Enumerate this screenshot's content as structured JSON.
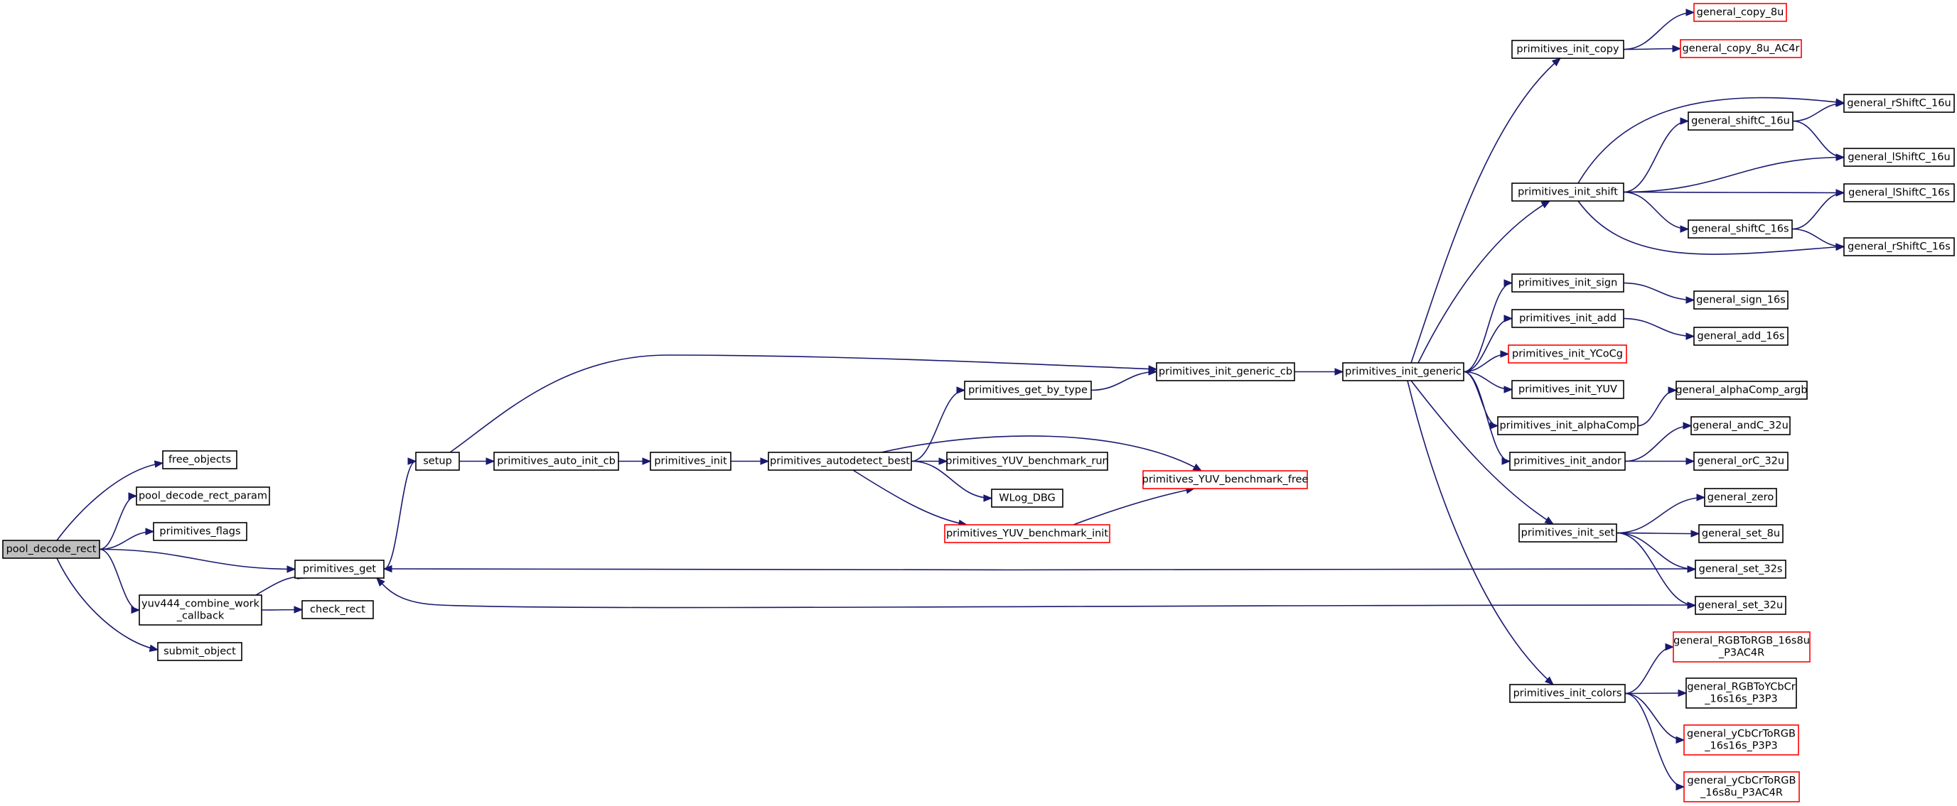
{
  "nodes": {
    "pool_decode_rect": {
      "lines": [
        "pool_decode_rect"
      ],
      "style": "root"
    },
    "free_objects": {
      "lines": [
        "free_objects"
      ]
    },
    "pool_decode_rect_param": {
      "lines": [
        "pool_decode_rect_param"
      ]
    },
    "primitives_flags": {
      "lines": [
        "primitives_flags"
      ]
    },
    "primitives_get": {
      "lines": [
        "primitives_get"
      ]
    },
    "yuv444_combine_work_callback": {
      "lines": [
        "yuv444_combine_work",
        "_callback"
      ]
    },
    "submit_object": {
      "lines": [
        "submit_object"
      ]
    },
    "check_rect": {
      "lines": [
        "check_rect"
      ]
    },
    "setup": {
      "lines": [
        "setup"
      ]
    },
    "primitives_auto_init_cb": {
      "lines": [
        "primitives_auto_init_cb"
      ]
    },
    "primitives_init": {
      "lines": [
        "primitives_init"
      ]
    },
    "primitives_autodetect_best": {
      "lines": [
        "primitives_autodetect_best"
      ]
    },
    "primitives_get_by_type": {
      "lines": [
        "primitives_get_by_type"
      ]
    },
    "primitives_YUV_benchmark_run": {
      "lines": [
        "primitives_YUV_benchmark_run"
      ]
    },
    "WLog_DBG": {
      "lines": [
        "WLog_DBG"
      ]
    },
    "primitives_YUV_benchmark_init": {
      "lines": [
        "primitives_YUV_benchmark_init"
      ],
      "style": "red"
    },
    "primitives_YUV_benchmark_free": {
      "lines": [
        "primitives_YUV_benchmark_free"
      ],
      "style": "red"
    },
    "primitives_init_generic_cb": {
      "lines": [
        "primitives_init_generic_cb"
      ]
    },
    "primitives_init_generic": {
      "lines": [
        "primitives_init_generic"
      ]
    },
    "primitives_init_copy": {
      "lines": [
        "primitives_init_copy"
      ]
    },
    "general_copy_8u": {
      "lines": [
        "general_copy_8u"
      ],
      "style": "red"
    },
    "general_copy_8u_AC4r": {
      "lines": [
        "general_copy_8u_AC4r"
      ],
      "style": "red"
    },
    "primitives_init_shift": {
      "lines": [
        "primitives_init_shift"
      ]
    },
    "general_shiftC_16u": {
      "lines": [
        "general_shiftC_16u"
      ]
    },
    "general_shiftC_16s": {
      "lines": [
        "general_shiftC_16s"
      ]
    },
    "general_rShiftC_16u": {
      "lines": [
        "general_rShiftC_16u"
      ]
    },
    "general_lShiftC_16u": {
      "lines": [
        "general_lShiftC_16u"
      ]
    },
    "general_lShiftC_16s": {
      "lines": [
        "general_lShiftC_16s"
      ]
    },
    "general_rShiftC_16s": {
      "lines": [
        "general_rShiftC_16s"
      ]
    },
    "primitives_init_sign": {
      "lines": [
        "primitives_init_sign"
      ]
    },
    "general_sign_16s": {
      "lines": [
        "general_sign_16s"
      ]
    },
    "primitives_init_add": {
      "lines": [
        "primitives_init_add"
      ]
    },
    "general_add_16s": {
      "lines": [
        "general_add_16s"
      ]
    },
    "primitives_init_YCoCg": {
      "lines": [
        "primitives_init_YCoCg"
      ],
      "style": "red"
    },
    "primitives_init_YUV": {
      "lines": [
        "primitives_init_YUV"
      ]
    },
    "primitives_init_alphaComp": {
      "lines": [
        "primitives_init_alphaComp"
      ]
    },
    "general_alphaComp_argb": {
      "lines": [
        "general_alphaComp_argb"
      ]
    },
    "primitives_init_andor": {
      "lines": [
        "primitives_init_andor"
      ]
    },
    "general_andC_32u": {
      "lines": [
        "general_andC_32u"
      ]
    },
    "general_orC_32u": {
      "lines": [
        "general_orC_32u"
      ]
    },
    "primitives_init_set": {
      "lines": [
        "primitives_init_set"
      ]
    },
    "general_zero": {
      "lines": [
        "general_zero"
      ]
    },
    "general_set_8u": {
      "lines": [
        "general_set_8u"
      ]
    },
    "general_set_32s": {
      "lines": [
        "general_set_32s"
      ]
    },
    "general_set_32u": {
      "lines": [
        "general_set_32u"
      ]
    },
    "primitives_init_colors": {
      "lines": [
        "primitives_init_colors"
      ]
    },
    "general_RGBToRGB_16s8u_P3AC4R": {
      "lines": [
        "general_RGBToRGB_16s8u",
        "_P3AC4R"
      ],
      "style": "red"
    },
    "general_RGBToYCbCr_16s16s_P3P3": {
      "lines": [
        "general_RGBToYCbCr",
        "_16s16s_P3P3"
      ]
    },
    "general_yCbCrToRGB_16s16s_P3P3": {
      "lines": [
        "general_yCbCrToRGB",
        "_16s16s_P3P3"
      ],
      "style": "red"
    },
    "general_yCbCrToRGB_16s8u_P3AC4R": {
      "lines": [
        "general_yCbCrToRGB",
        "_16s8u_P3AC4R"
      ],
      "style": "red"
    }
  },
  "edges": [
    [
      "pool_decode_rect",
      "free_objects"
    ],
    [
      "pool_decode_rect",
      "pool_decode_rect_param"
    ],
    [
      "pool_decode_rect",
      "primitives_flags"
    ],
    [
      "pool_decode_rect",
      "primitives_get"
    ],
    [
      "pool_decode_rect",
      "yuv444_combine_work_callback"
    ],
    [
      "pool_decode_rect",
      "submit_object"
    ],
    [
      "yuv444_combine_work_callback",
      "primitives_get"
    ],
    [
      "yuv444_combine_work_callback",
      "check_rect"
    ],
    [
      "primitives_get",
      "setup"
    ],
    [
      "setup",
      "primitives_auto_init_cb"
    ],
    [
      "setup",
      "primitives_init_generic_cb"
    ],
    [
      "primitives_auto_init_cb",
      "primitives_init"
    ],
    [
      "primitives_init",
      "primitives_autodetect_best"
    ],
    [
      "primitives_autodetect_best",
      "primitives_get_by_type"
    ],
    [
      "primitives_autodetect_best",
      "primitives_YUV_benchmark_free"
    ],
    [
      "primitives_autodetect_best",
      "primitives_YUV_benchmark_run"
    ],
    [
      "primitives_autodetect_best",
      "WLog_DBG"
    ],
    [
      "primitives_autodetect_best",
      "primitives_YUV_benchmark_init"
    ],
    [
      "primitives_YUV_benchmark_init",
      "primitives_YUV_benchmark_free"
    ],
    [
      "primitives_get_by_type",
      "primitives_init_generic_cb"
    ],
    [
      "primitives_init_generic_cb",
      "primitives_init_generic"
    ],
    [
      "primitives_init_generic",
      "primitives_init_copy"
    ],
    [
      "primitives_init_generic",
      "primitives_init_shift"
    ],
    [
      "primitives_init_generic",
      "primitives_init_sign"
    ],
    [
      "primitives_init_generic",
      "primitives_init_add"
    ],
    [
      "primitives_init_generic",
      "primitives_init_YCoCg"
    ],
    [
      "primitives_init_generic",
      "primitives_init_YUV"
    ],
    [
      "primitives_init_generic",
      "primitives_init_alphaComp"
    ],
    [
      "primitives_init_generic",
      "primitives_init_andor"
    ],
    [
      "primitives_init_generic",
      "primitives_init_set"
    ],
    [
      "primitives_init_generic",
      "primitives_init_colors"
    ],
    [
      "primitives_init_copy",
      "general_copy_8u"
    ],
    [
      "primitives_init_copy",
      "general_copy_8u_AC4r"
    ],
    [
      "primitives_init_shift",
      "general_rShiftC_16u"
    ],
    [
      "primitives_init_shift",
      "general_shiftC_16u"
    ],
    [
      "primitives_init_shift",
      "general_lShiftC_16u"
    ],
    [
      "primitives_init_shift",
      "general_lShiftC_16s"
    ],
    [
      "primitives_init_shift",
      "general_shiftC_16s"
    ],
    [
      "primitives_init_shift",
      "general_rShiftC_16s"
    ],
    [
      "general_shiftC_16u",
      "general_rShiftC_16u"
    ],
    [
      "general_shiftC_16u",
      "general_lShiftC_16u"
    ],
    [
      "general_shiftC_16s",
      "general_lShiftC_16s"
    ],
    [
      "general_shiftC_16s",
      "general_rShiftC_16s"
    ],
    [
      "primitives_init_sign",
      "general_sign_16s"
    ],
    [
      "primitives_init_add",
      "general_add_16s"
    ],
    [
      "primitives_init_alphaComp",
      "general_alphaComp_argb"
    ],
    [
      "primitives_init_andor",
      "general_andC_32u"
    ],
    [
      "primitives_init_andor",
      "general_orC_32u"
    ],
    [
      "primitives_init_set",
      "general_zero"
    ],
    [
      "primitives_init_set",
      "general_set_8u"
    ],
    [
      "primitives_init_set",
      "general_set_32s"
    ],
    [
      "primitives_init_set",
      "general_set_32u"
    ],
    [
      "general_set_32s",
      "primitives_get"
    ],
    [
      "general_set_32u",
      "primitives_get"
    ],
    [
      "primitives_init_colors",
      "general_RGBToRGB_16s8u_P3AC4R"
    ],
    [
      "primitives_init_colors",
      "general_RGBToYCbCr_16s16s_P3P3"
    ],
    [
      "primitives_init_colors",
      "general_yCbCrToRGB_16s16s_P3P3"
    ],
    [
      "primitives_init_colors",
      "general_yCbCrToRGB_16s8u_P3AC4R"
    ]
  ]
}
